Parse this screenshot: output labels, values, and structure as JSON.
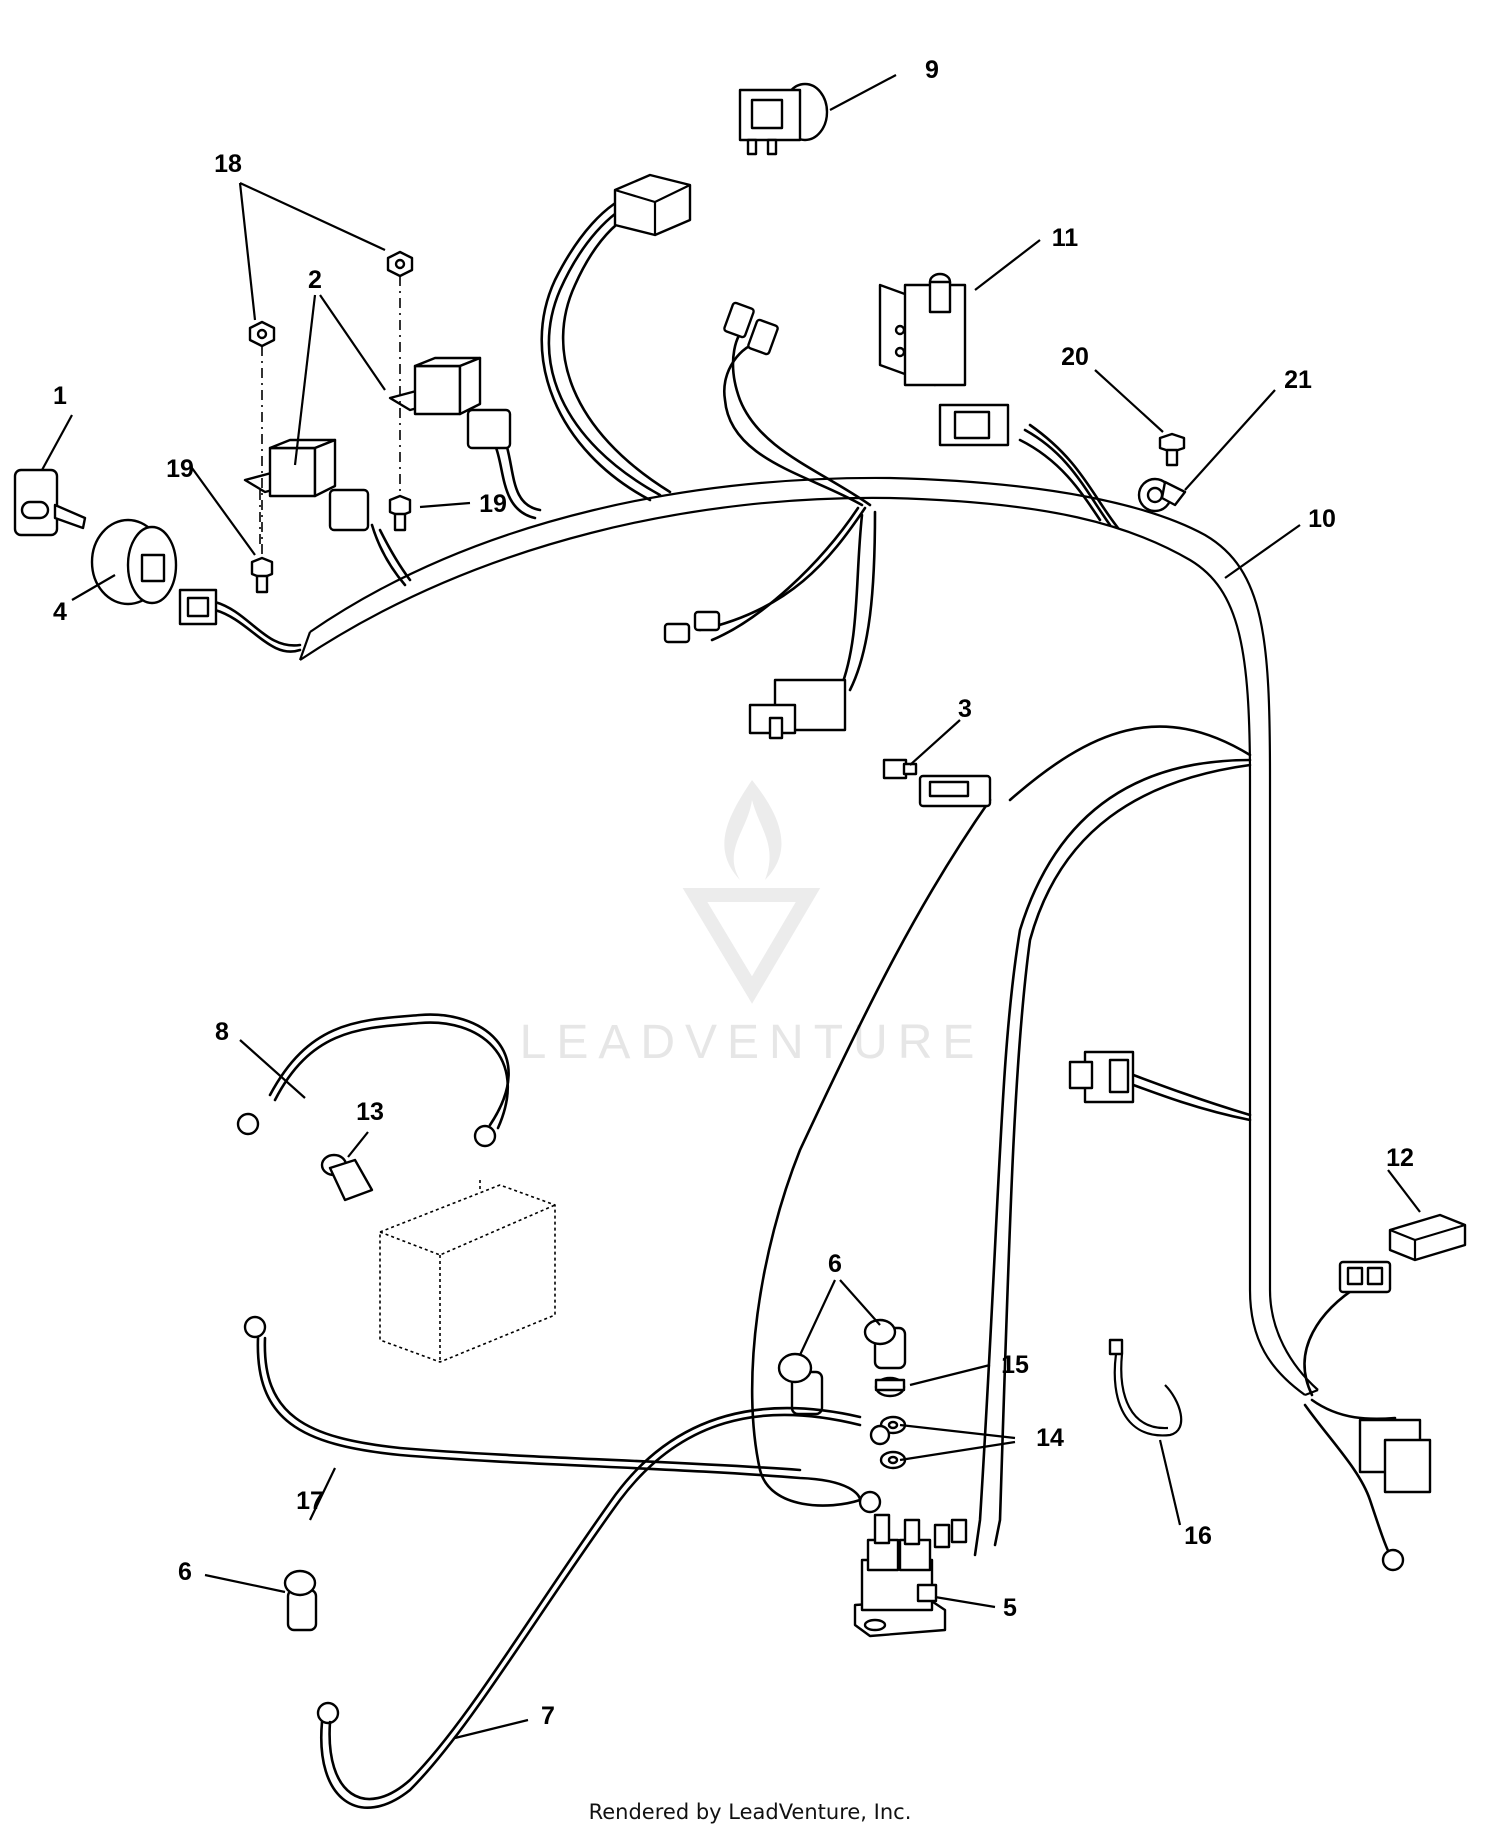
{
  "watermark": "LEADVENTURE",
  "footer": "Rendered by LeadVenture, Inc.",
  "callouts": [
    {
      "id": "1",
      "label": "1"
    },
    {
      "id": "2",
      "label": "2"
    },
    {
      "id": "3",
      "label": "3"
    },
    {
      "id": "4",
      "label": "4"
    },
    {
      "id": "5",
      "label": "5"
    },
    {
      "id": "6a",
      "label": "6"
    },
    {
      "id": "6b",
      "label": "6"
    },
    {
      "id": "7",
      "label": "7"
    },
    {
      "id": "8",
      "label": "8"
    },
    {
      "id": "9",
      "label": "9"
    },
    {
      "id": "10",
      "label": "10"
    },
    {
      "id": "11",
      "label": "11"
    },
    {
      "id": "12",
      "label": "12"
    },
    {
      "id": "13",
      "label": "13"
    },
    {
      "id": "14",
      "label": "14"
    },
    {
      "id": "15",
      "label": "15"
    },
    {
      "id": "16",
      "label": "16"
    },
    {
      "id": "17",
      "label": "17"
    },
    {
      "id": "18",
      "label": "18"
    },
    {
      "id": "19a",
      "label": "19"
    },
    {
      "id": "19b",
      "label": "19"
    },
    {
      "id": "20",
      "label": "20"
    },
    {
      "id": "21",
      "label": "21"
    }
  ]
}
